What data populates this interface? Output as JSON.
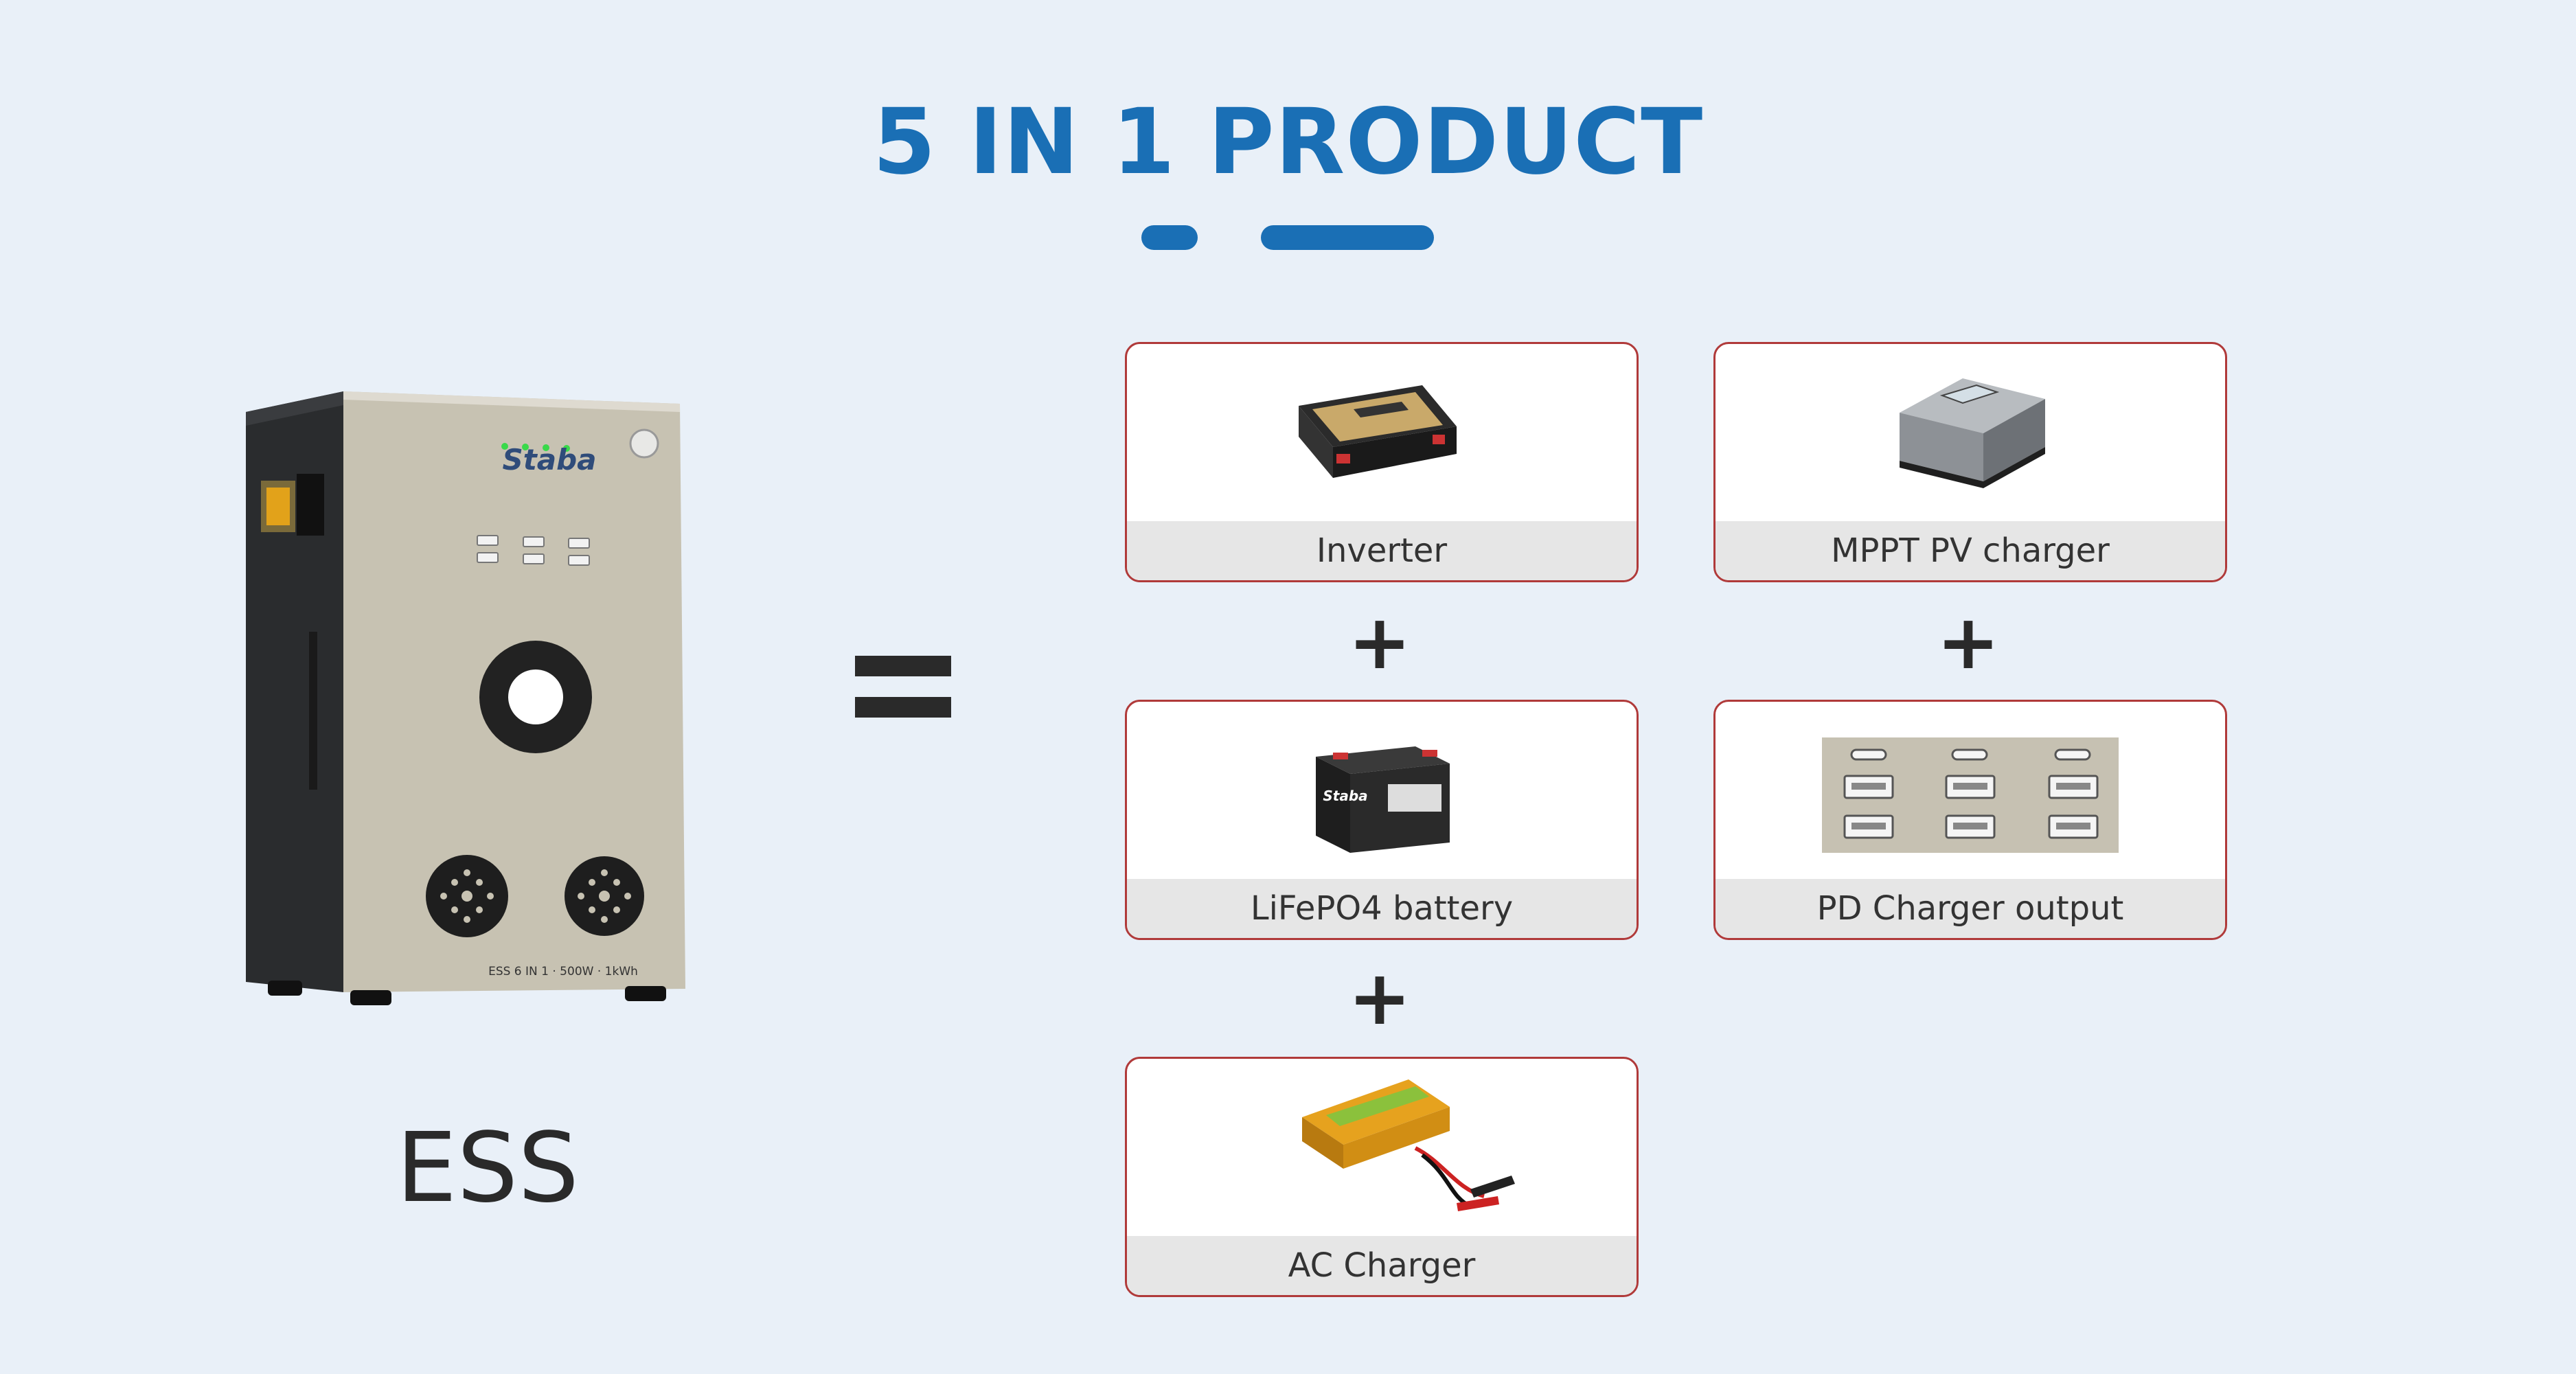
{
  "title": "5 IN 1 PRODUCT",
  "colors": {
    "accent": "#1a6fb5",
    "card_border": "#b03a3a",
    "background": "#e9f0f8"
  },
  "device": {
    "brand": "Staba",
    "model_text": "ESS 6 IN 1 · 500W · 1kWh",
    "caption": "ESS"
  },
  "equals_symbol": "=",
  "plus_symbol": "+",
  "components": [
    {
      "label": "Inverter",
      "icon": "inverter-icon"
    },
    {
      "label": "MPPT PV charger",
      "icon": "mppt-charger-icon"
    },
    {
      "label": "LiFePO4 battery",
      "icon": "battery-icon"
    },
    {
      "label": "PD Charger output",
      "icon": "usb-ports-icon"
    },
    {
      "label": "AC Charger",
      "icon": "ac-charger-icon"
    }
  ]
}
